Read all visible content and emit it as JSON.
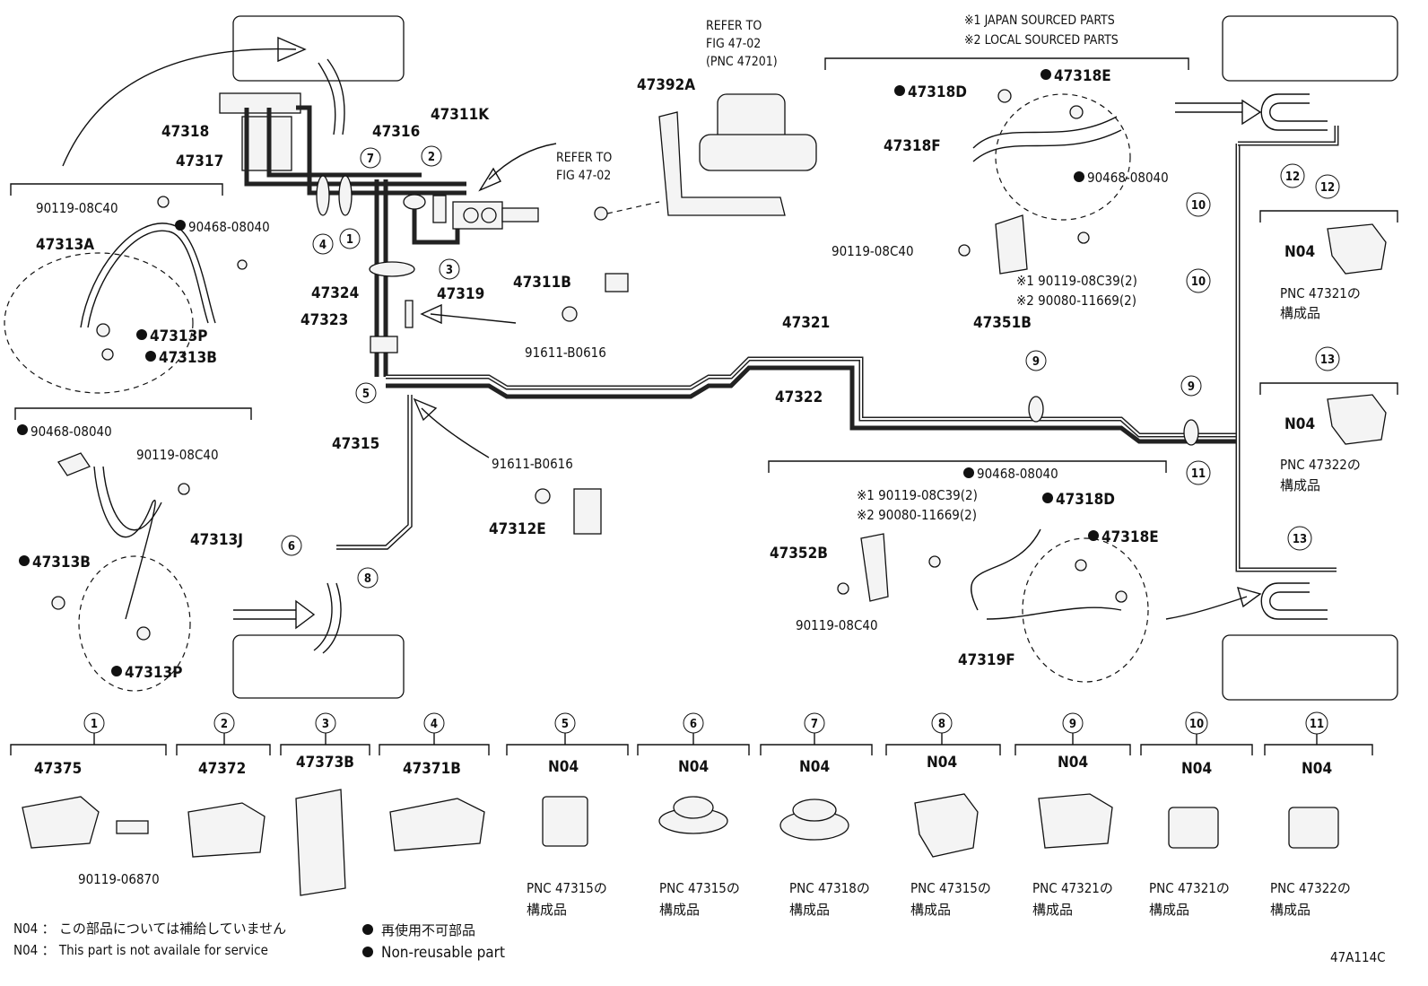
{
  "part_labels": {
    "p47318": "47318",
    "p47317": "47317",
    "p47316": "47316",
    "p47311K": "47311K",
    "p47392A": "47392A",
    "p47324": "47324",
    "p47319": "47319",
    "p47323": "47323",
    "p47311B": "47311B",
    "p91611_a": "91611-B0616",
    "p91611_b": "91611-B0616",
    "p47315": "47315",
    "p47312E": "47312E",
    "p47321": "47321",
    "p47322": "47322",
    "p90119_08C40_a": "90119-08C40",
    "p90468_08040_a": "90468-08040",
    "p47313A": "47313A",
    "p47313P_a": "47313P",
    "p47313B_a": "47313B",
    "p90468_08040_b": "90468-08040",
    "p90119_08C40_b": "90119-08C40",
    "p47313J": "47313J",
    "p47313B_b": "47313B",
    "p47313P_b": "47313P",
    "p47318D_a": "47318D",
    "p47318E_a": "47318E",
    "p47318F": "47318F",
    "p90468_08040_c": "90468-08040",
    "p90119_08C40_c": "90119-08C40",
    "p90119_08C39_a": "※1 90119-08C39(2)",
    "p90080_11669_a": "※2 90080-11669(2)",
    "p47351B": "47351B",
    "p90468_08040_d": "90468-08040",
    "p90119_08C39_b": "※1 90119-08C39(2)",
    "p90080_11669_b": "※2 90080-11669(2)",
    "p47318D_b": "47318D",
    "p47318E_b": "47318E",
    "p47352B": "47352B",
    "p90119_08C40_d": "90119-08C40",
    "p47319F": "47319F"
  },
  "notes": {
    "refer_top_1": "REFER TO",
    "refer_top_2": "FIG 47-02",
    "refer_top_3": "(PNC 47201)",
    "refer_mid_1": "REFER TO",
    "refer_mid_2": "FIG 47-02",
    "japan": "※1 JAPAN SOURCED PARTS",
    "local": "※2 LOCAL SOURCED PARTS"
  },
  "callouts": {
    "n1": "1",
    "n2": "2",
    "n3": "3",
    "n4": "4",
    "n5": "5",
    "n6": "6",
    "n7": "7",
    "n8": "8",
    "n9a": "9",
    "n9b": "9",
    "n10a": "10",
    "n10b": "10",
    "n11": "11",
    "n12a": "12",
    "n12b": "12",
    "n13a": "13",
    "n13b": "13"
  },
  "right_panel": {
    "c12_code": "N04",
    "c12_pnc": "PNC 47321の",
    "c12_sub": "構成品",
    "c13_code": "N04",
    "c13_pnc": "PNC 47322の",
    "c13_sub": "構成品"
  },
  "bottom_row": {
    "b1_num": "1",
    "b1_part": "47375",
    "b1_bolt": "90119-06870",
    "b2_num": "2",
    "b2_part": "47372",
    "b3_num": "3",
    "b3_part": "47373B",
    "b4_num": "4",
    "b4_part": "47371B",
    "b5_num": "5",
    "b5_part": "N04",
    "b5_pnc": "PNC 47315の",
    "b5_sub": "構成品",
    "b6_num": "6",
    "b6_part": "N04",
    "b6_pnc": "PNC 47315の",
    "b6_sub": "構成品",
    "b7_num": "7",
    "b7_part": "N04",
    "b7_pnc": "PNC 47318の",
    "b7_sub": "構成品",
    "b8_num": "8",
    "b8_part": "N04",
    "b8_pnc": "PNC 47315の",
    "b8_sub": "構成品",
    "b9_num": "9",
    "b9_part": "N04",
    "b9_pnc": "PNC 47321の",
    "b9_sub": "構成品",
    "b10_num": "10",
    "b10_part": "N04",
    "b10_pnc": "PNC 47321の",
    "b10_sub": "構成品",
    "b11_num": "11",
    "b11_part": "N04",
    "b11_pnc": "PNC 47322の",
    "b11_sub": "構成品"
  },
  "legend": {
    "n04_jp": "N04 ： この部品については補給していません",
    "n04_en": "N04 ：  This part is not availale for service",
    "nonreuse_jp": "再使用不可部品",
    "nonreuse_en": "Non-reusable part",
    "figure_code": "47A114C"
  }
}
